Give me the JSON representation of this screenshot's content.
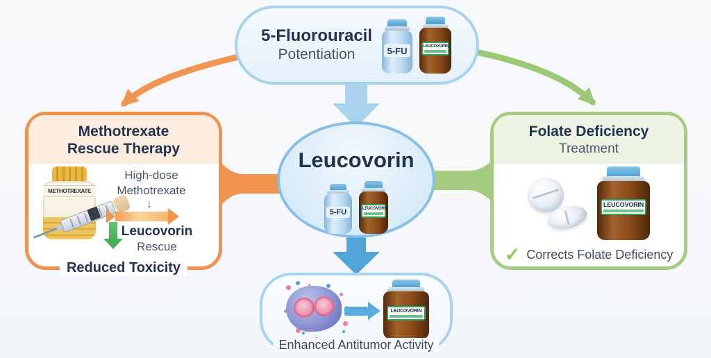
{
  "colors": {
    "accent_orange": "#f0914d",
    "accent_green": "#a6cb82",
    "accent_blue_border": "#a9d2ee",
    "arrow_blue_light": "#aad3f0",
    "arrow_blue_dark": "#51a5d9",
    "title_dark": "#22334d",
    "text_gray": "#4a5768"
  },
  "top_box": {
    "title1": "5-Fluorouracil",
    "title2": "Potentiation",
    "fu_label": "5-FU",
    "leuco_label": "LEUCOVORIN"
  },
  "center": {
    "title": "Leucovorin",
    "fu_label": "5-FU",
    "leuco_label": "LEUCOVORIN"
  },
  "left_box": {
    "title1": "Methotrexate",
    "title2": "Rescue Therapy",
    "bottle_label": "METHOTREXATE",
    "step1a": "High-dose",
    "step1b": "Methotrexate",
    "mini_arrow": "↓",
    "step2a": "Leucovorin",
    "step2b": "Rescue",
    "outcome": "Reduced Toxicity"
  },
  "right_box": {
    "title1": "Folate Deficiency",
    "title2": "Treatment",
    "vial_label": "LEUCOVORIN",
    "check_icon": "✓",
    "caption": "Corrects Folate Deficiency"
  },
  "bottom_box": {
    "vial_label": "LEUCOVORIN",
    "caption": "Enhanced Antitumor Activity"
  }
}
